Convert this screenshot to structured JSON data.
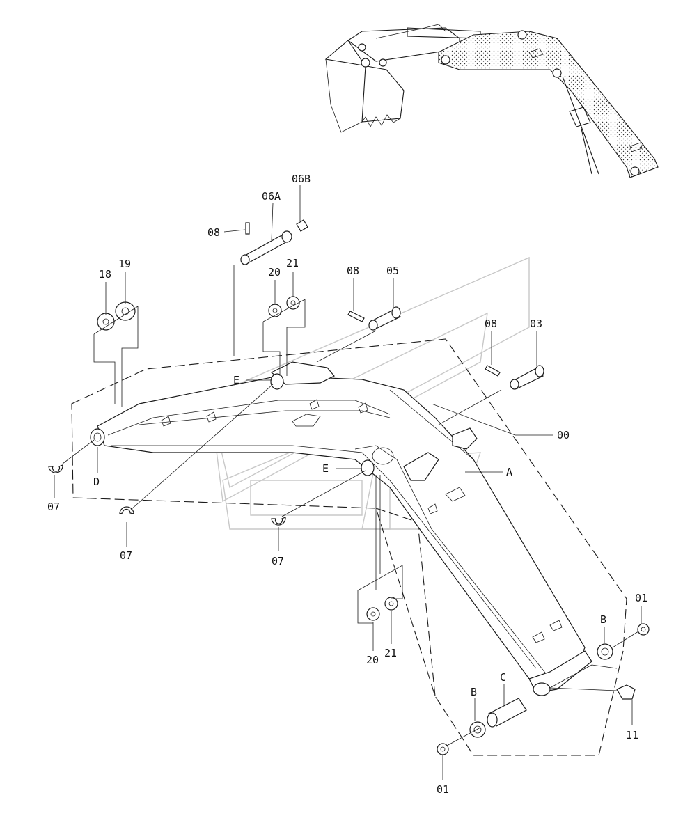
{
  "labels": {
    "p06a": "06A",
    "p06b": "06B",
    "p08_top": "08",
    "p18": "18",
    "p19": "19",
    "p20_top": "20",
    "p21_top": "21",
    "p08_mid": "08",
    "p05": "05",
    "p08_right": "08",
    "p03": "03",
    "p00": "00",
    "e_top": "E",
    "e_mid": "E",
    "a": "A",
    "d": "D",
    "p07_left": "07",
    "p07_mid": "07",
    "p07_right": "07",
    "p20_bot": "20",
    "p21_bot": "21",
    "b_right": "B",
    "b_left": "B",
    "c": "C",
    "p01_right": "01",
    "p01_bot": "01",
    "p11": "11"
  }
}
